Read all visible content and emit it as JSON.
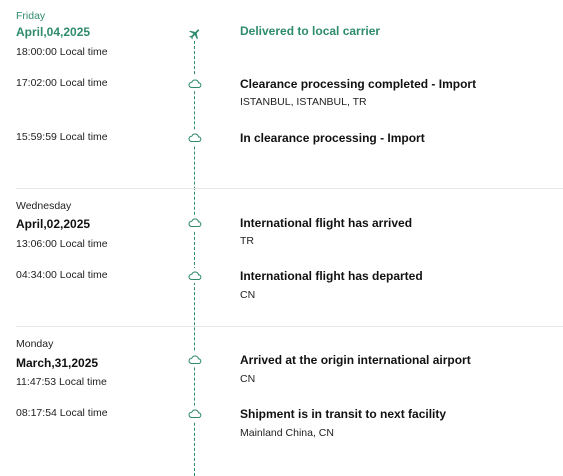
{
  "groups": [
    {
      "weekday": "Friday",
      "date": "April,04,2025",
      "events": [
        {
          "time": "18:00:00 Local time",
          "status": "Delivered to local carrier",
          "location": "",
          "icon": "airplane-icon"
        },
        {
          "time": "17:02:00 Local time",
          "status": "Clearance processing completed - Import",
          "location": "ISTANBUL, ISTANBUL, TR",
          "icon": "cloud-icon"
        },
        {
          "time": "15:59:59 Local time",
          "status": "In clearance processing - Import",
          "location": "",
          "icon": "cloud-icon"
        }
      ]
    },
    {
      "weekday": "Wednesday",
      "date": "April,02,2025",
      "events": [
        {
          "time": "13:06:00 Local time",
          "status": "International flight has arrived",
          "location": "TR",
          "icon": "cloud-icon"
        },
        {
          "time": "04:34:00 Local time",
          "status": "International flight has departed",
          "location": "CN",
          "icon": "cloud-icon"
        }
      ]
    },
    {
      "weekday": "Monday",
      "date": "March,31,2025",
      "events": [
        {
          "time": "11:47:53 Local time",
          "status": "Arrived at the origin international airport",
          "location": "CN",
          "icon": "cloud-icon"
        },
        {
          "time": "08:17:54 Local time",
          "status": "Shipment is in transit to next facility",
          "location": "Mainland China, CN",
          "icon": "cloud-icon"
        }
      ]
    }
  ],
  "colors": {
    "accent": "#2e8b6e",
    "divider": "#e6e6e6"
  }
}
